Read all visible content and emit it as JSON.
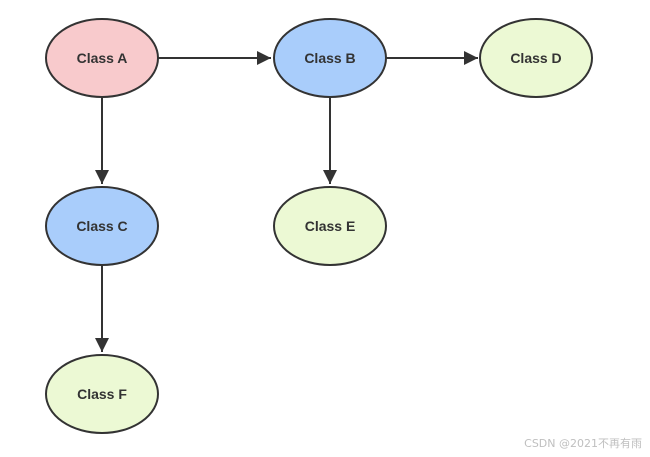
{
  "diagram": {
    "nodes": [
      {
        "id": "a",
        "label": "Class A",
        "fill": "#f8cacc"
      },
      {
        "id": "b",
        "label": "Class B",
        "fill": "#a9cdfb"
      },
      {
        "id": "c",
        "label": "Class C",
        "fill": "#a9cdfb"
      },
      {
        "id": "d",
        "label": "Class D",
        "fill": "#ecf9d4"
      },
      {
        "id": "e",
        "label": "Class E",
        "fill": "#ecf9d4"
      },
      {
        "id": "f",
        "label": "Class F",
        "fill": "#ecf9d4"
      }
    ],
    "edges": [
      {
        "from": "a",
        "to": "b"
      },
      {
        "from": "b",
        "to": "d"
      },
      {
        "from": "a",
        "to": "c"
      },
      {
        "from": "b",
        "to": "e"
      },
      {
        "from": "c",
        "to": "f"
      }
    ],
    "stroke": "#333333"
  },
  "watermark": "CSDN @2021不再有雨"
}
